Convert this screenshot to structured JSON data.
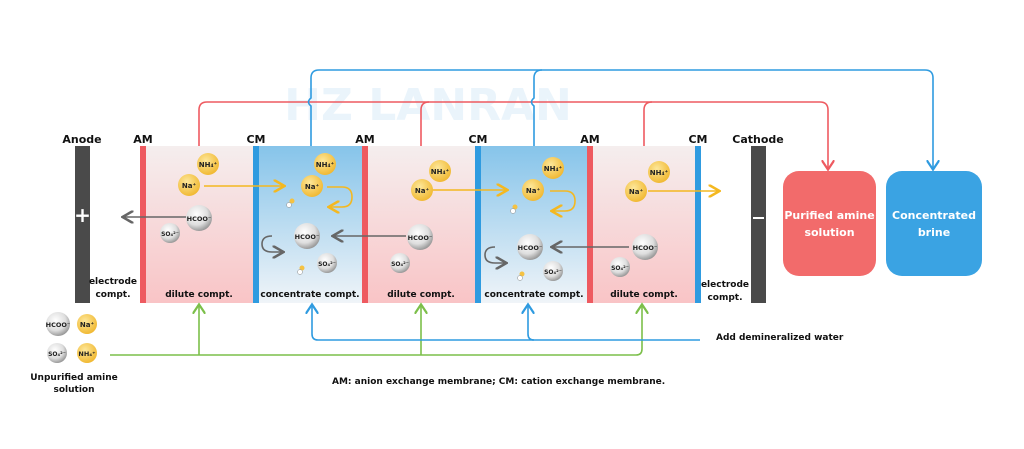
{
  "watermark": "HZ LANRAN",
  "electrodes": {
    "anode": {
      "label": "Anode",
      "sign": "+"
    },
    "cathode": {
      "label": "Cathode",
      "sign": "−"
    }
  },
  "membranes": [
    "AM",
    "CM",
    "AM",
    "CM",
    "AM",
    "CM"
  ],
  "compartments": [
    {
      "label_line1": "electrode",
      "label_line2": "compt."
    },
    {
      "label": "dilute compt."
    },
    {
      "label": "concentrate compt."
    },
    {
      "label": "dilute compt."
    },
    {
      "label": "concentrate compt."
    },
    {
      "label": "dilute compt."
    },
    {
      "label_line1": "electrode",
      "label_line2": "compt."
    }
  ],
  "ions": {
    "nh4": "NH₄⁺",
    "na": "Na⁺",
    "hcoo": "HCOO⁻",
    "so4": "SO₄²⁻"
  },
  "outputs": {
    "purified": {
      "line1": "Purified amine",
      "line2": "solution",
      "color": "#f26b6b"
    },
    "brine": {
      "line1": "Concentrated",
      "line2": "brine",
      "color": "#3aa3e3"
    }
  },
  "feed": {
    "line1": "Unpurified amine",
    "line2": "solution"
  },
  "water_label": "Add demineralized water",
  "footnote": "AM: anion exchange membrane; CM: cation exchange membrane.",
  "colors": {
    "am": "#ee5a60",
    "cm": "#2f9be0",
    "feed_pipe": "#7cbf4a",
    "cation": "#f5c242",
    "electrode": "#4a4a4a"
  }
}
